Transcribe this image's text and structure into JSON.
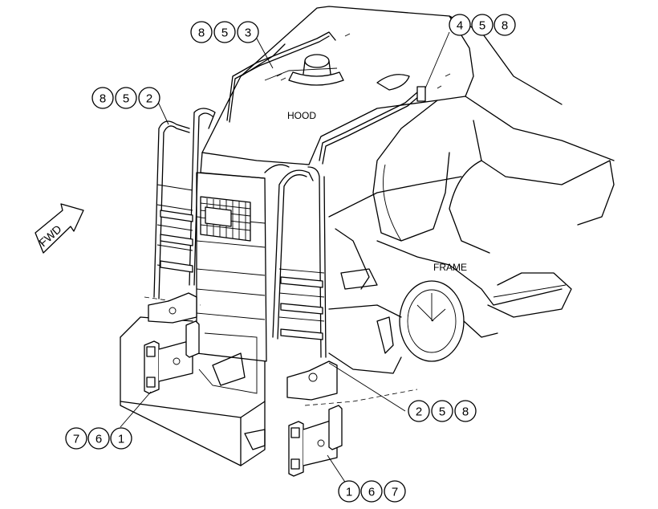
{
  "labels": {
    "hood": "HOOD",
    "frame": "FRAME",
    "fwd": "FWD"
  },
  "callouts": [
    {
      "id": "c853",
      "numbers": [
        "8",
        "5",
        "3"
      ]
    },
    {
      "id": "c458",
      "numbers": [
        "4",
        "5",
        "8"
      ]
    },
    {
      "id": "c852",
      "numbers": [
        "8",
        "5",
        "2"
      ]
    },
    {
      "id": "c258",
      "numbers": [
        "2",
        "5",
        "8"
      ]
    },
    {
      "id": "c761",
      "numbers": [
        "7",
        "6",
        "1"
      ]
    },
    {
      "id": "c167",
      "numbers": [
        "1",
        "6",
        "7"
      ]
    }
  ]
}
